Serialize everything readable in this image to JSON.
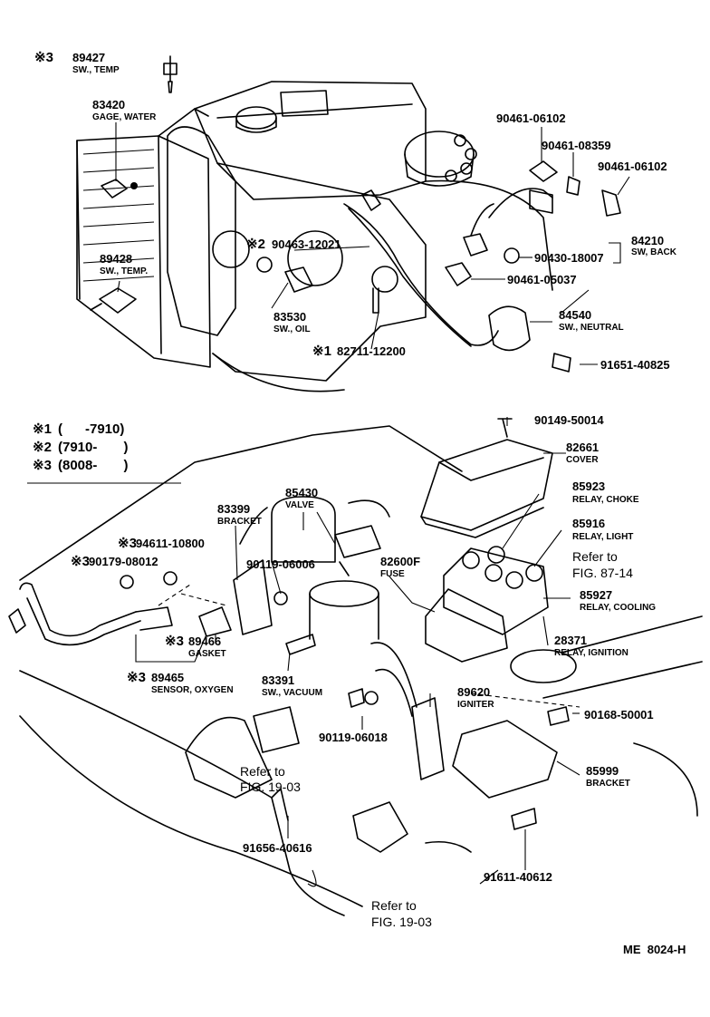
{
  "callouts": [
    {
      "id": "c_89427",
      "mark": "※3",
      "number": "89427",
      "name": "SW., TEMP"
    },
    {
      "id": "c_83420",
      "mark": "",
      "number": "83420",
      "name": "GAGE, WATER"
    },
    {
      "id": "c_89428",
      "mark": "",
      "number": "89428",
      "name": "SW., TEMP."
    },
    {
      "id": "c_90463",
      "mark": "※2",
      "number": "90463-12021",
      "name": ""
    },
    {
      "id": "c_83530",
      "mark": "",
      "number": "83530",
      "name": "SW., OIL"
    },
    {
      "id": "c_82711",
      "mark": "※1",
      "number": "82711-12200",
      "name": ""
    },
    {
      "id": "c_90461_06102a",
      "mark": "",
      "number": "90461-06102",
      "name": ""
    },
    {
      "id": "c_90461_08359",
      "mark": "",
      "number": "90461-08359",
      "name": ""
    },
    {
      "id": "c_90461_06102b",
      "mark": "",
      "number": "90461-06102",
      "name": ""
    },
    {
      "id": "c_84210",
      "mark": "",
      "number": "84210",
      "name": "SW, BACK"
    },
    {
      "id": "c_90430",
      "mark": "",
      "number": "90430-18007",
      "name": ""
    },
    {
      "id": "c_90461_05037",
      "mark": "",
      "number": "90461-05037",
      "name": ""
    },
    {
      "id": "c_84540",
      "mark": "",
      "number": "84540",
      "name": "SW., NEUTRAL"
    },
    {
      "id": "c_91651",
      "mark": "",
      "number": "91651-40825",
      "name": ""
    },
    {
      "id": "c_90149",
      "mark": "",
      "number": "90149-50014",
      "name": ""
    },
    {
      "id": "c_82661",
      "mark": "",
      "number": "82661",
      "name": "COVER"
    },
    {
      "id": "c_85923",
      "mark": "",
      "number": "85923",
      "name": "RELAY, CHOKE"
    },
    {
      "id": "c_85916",
      "mark": "",
      "number": "85916",
      "name": "RELAY, LIGHT"
    },
    {
      "id": "c_85927",
      "mark": "",
      "number": "85927",
      "name": "RELAY, COOLING"
    },
    {
      "id": "c_28371",
      "mark": "",
      "number": "28371",
      "name": "RELAY, IGNITION"
    },
    {
      "id": "c_85430",
      "mark": "",
      "number": "85430",
      "name": "VALVE"
    },
    {
      "id": "c_83399",
      "mark": "",
      "number": "83399",
      "name": "BRACKET"
    },
    {
      "id": "c_94611",
      "mark": "※3",
      "number": "94611-10800",
      "name": ""
    },
    {
      "id": "c_90179",
      "mark": "※3",
      "number": "90179-08012",
      "name": ""
    },
    {
      "id": "c_90119_06006",
      "mark": "",
      "number": "90119-06006",
      "name": ""
    },
    {
      "id": "c_82600f",
      "mark": "",
      "number": "82600F",
      "name": "FUSE"
    },
    {
      "id": "c_89466",
      "mark": "※3",
      "number": "89466",
      "name": "GASKET"
    },
    {
      "id": "c_89465",
      "mark": "※3",
      "number": "89465",
      "name": "SENSOR, OXYGEN"
    },
    {
      "id": "c_83391",
      "mark": "",
      "number": "83391",
      "name": "SW., VACUUM"
    },
    {
      "id": "c_89620",
      "mark": "",
      "number": "89620",
      "name": "IGNITER"
    },
    {
      "id": "c_90119_06018",
      "mark": "",
      "number": "90119-06018",
      "name": ""
    },
    {
      "id": "c_90168",
      "mark": "",
      "number": "90168-50001",
      "name": ""
    },
    {
      "id": "c_85999",
      "mark": "",
      "number": "85999",
      "name": "BRACKET"
    },
    {
      "id": "c_91656",
      "mark": "",
      "number": "91656-40616",
      "name": ""
    },
    {
      "id": "c_91611",
      "mark": "",
      "number": "91611-40612",
      "name": ""
    }
  ],
  "references": [
    {
      "id": "r_87_14",
      "line1": "Refer to",
      "line2": "FIG. 87-14"
    },
    {
      "id": "r_19_03a",
      "line1": "Refer to",
      "line2": "FIG. 19-03"
    },
    {
      "id": "r_19_03b",
      "line1": "Refer to",
      "line2": "FIG. 19-03"
    }
  ],
  "legend": [
    {
      "mark": "※1",
      "range": "(      -7910)"
    },
    {
      "mark": "※2",
      "range": "(7910-       )"
    },
    {
      "mark": "※3",
      "range": "(8008-       )"
    }
  ],
  "footer_code": "ME  8024-H"
}
